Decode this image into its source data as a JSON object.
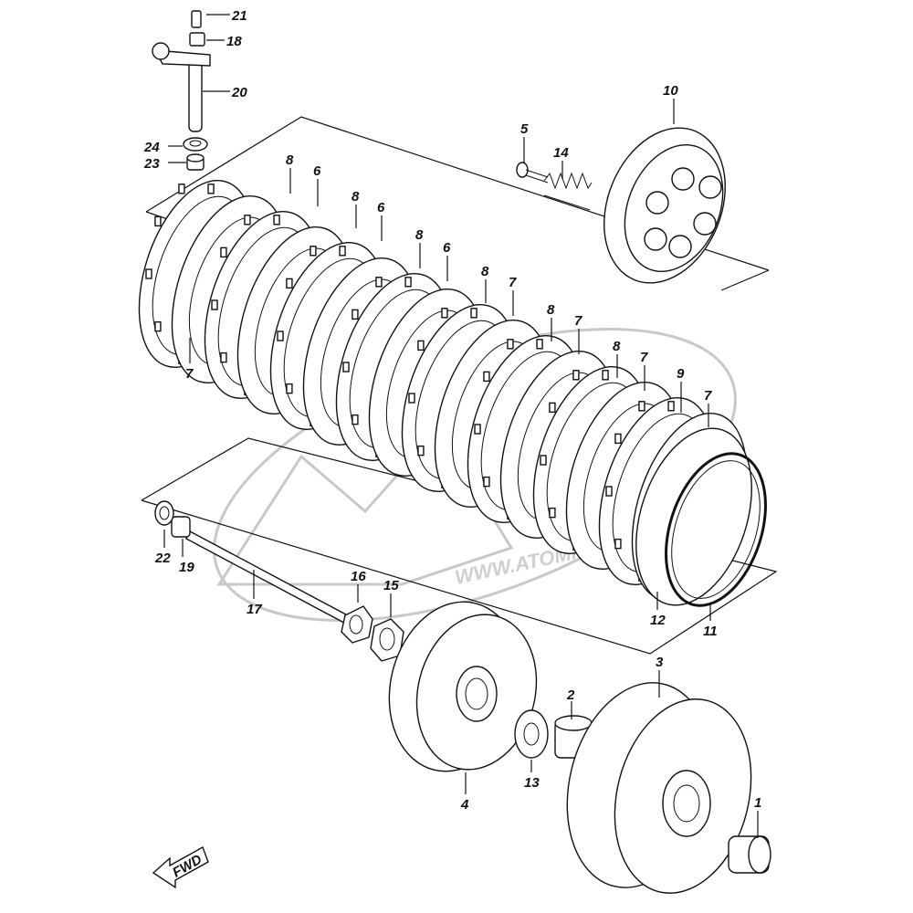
{
  "watermark": {
    "text": "WWW.ATOMICMOTO.FR"
  },
  "fwd_label": "FWD",
  "callouts": [
    {
      "id": "c21",
      "num": "21"
    },
    {
      "id": "c18",
      "num": "18"
    },
    {
      "id": "c20",
      "num": "20"
    },
    {
      "id": "c24",
      "num": "24"
    },
    {
      "id": "c23",
      "num": "23"
    },
    {
      "id": "c10",
      "num": "10"
    },
    {
      "id": "c5",
      "num": "5"
    },
    {
      "id": "c14",
      "num": "14"
    },
    {
      "id": "c8a",
      "num": "8"
    },
    {
      "id": "c6a",
      "num": "6"
    },
    {
      "id": "c8b",
      "num": "8"
    },
    {
      "id": "c6b",
      "num": "6"
    },
    {
      "id": "c8c",
      "num": "8"
    },
    {
      "id": "c6c",
      "num": "6"
    },
    {
      "id": "c8d",
      "num": "8"
    },
    {
      "id": "c7a",
      "num": "7"
    },
    {
      "id": "c8e",
      "num": "8"
    },
    {
      "id": "c7b",
      "num": "7"
    },
    {
      "id": "c8f",
      "num": "8"
    },
    {
      "id": "c7c",
      "num": "7"
    },
    {
      "id": "c9",
      "num": "9"
    },
    {
      "id": "c7d",
      "num": "7"
    },
    {
      "id": "c7e",
      "num": "7"
    },
    {
      "id": "c22",
      "num": "22"
    },
    {
      "id": "c19",
      "num": "19"
    },
    {
      "id": "c17",
      "num": "17"
    },
    {
      "id": "c16",
      "num": "16"
    },
    {
      "id": "c15",
      "num": "15"
    },
    {
      "id": "c12",
      "num": "12"
    },
    {
      "id": "c11",
      "num": "11"
    },
    {
      "id": "c3",
      "num": "3"
    },
    {
      "id": "c2",
      "num": "2"
    },
    {
      "id": "c13",
      "num": "13"
    },
    {
      "id": "c4",
      "num": "4"
    },
    {
      "id": "c1",
      "num": "1"
    }
  ]
}
